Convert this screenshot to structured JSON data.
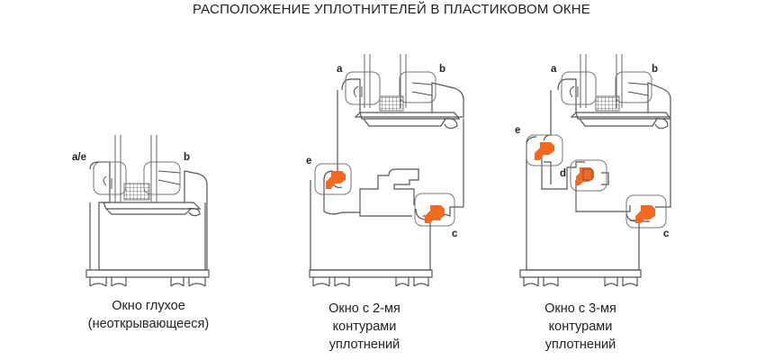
{
  "title": "РАСПОЛОЖЕНИЕ УПЛОТНИТЕЛЕЙ В ПЛАСТИКОВОМ ОКНЕ",
  "colors": {
    "seal": "#f26a22",
    "line": "#555555",
    "box": "#777777"
  },
  "panels": [
    {
      "caption_lines": [
        "Окно глухое",
        "(неоткрывающееся)"
      ],
      "labels": {
        "ae": "a/e",
        "b": "b"
      }
    },
    {
      "caption_lines": [
        "Окно с 2-мя",
        "контурами",
        "уплотнений"
      ],
      "labels": {
        "a": "a",
        "b": "b",
        "e": "e",
        "c": "c"
      }
    },
    {
      "caption_lines": [
        "Окно с 3-мя",
        "контурами",
        "уплотнений"
      ],
      "labels": {
        "a": "a",
        "b": "b",
        "e": "e",
        "d": "d",
        "c": "c"
      }
    }
  ]
}
